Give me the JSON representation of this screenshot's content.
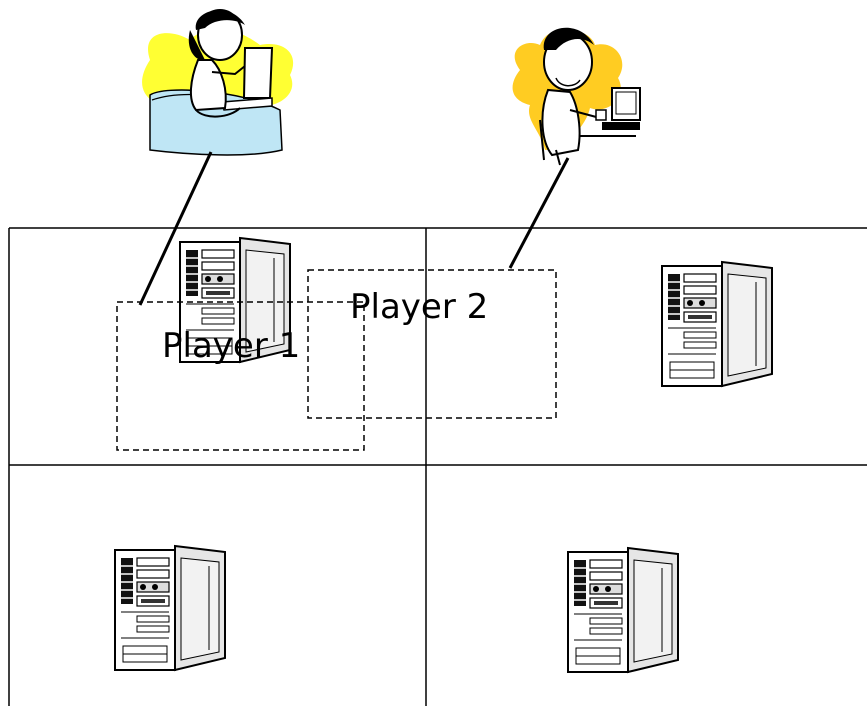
{
  "zones": [
    {
      "id": "zone-top-left"
    },
    {
      "id": "zone-top-right"
    },
    {
      "id": "zone-bottom-left"
    },
    {
      "id": "zone-bottom-right"
    }
  ],
  "servers": [
    {
      "name": "server-top-left"
    },
    {
      "name": "server-top-right"
    },
    {
      "name": "server-bottom-left"
    },
    {
      "name": "server-bottom-right"
    }
  ],
  "players": [
    {
      "label": "Player 1",
      "user_icon": "woman-with-laptop-icon",
      "highlight": "#ffff33",
      "accent": "#bfe6f5"
    },
    {
      "label": "Player 2",
      "user_icon": "man-at-desktop-icon",
      "highlight": "#ffcc22",
      "accent": "#ffcc22"
    }
  ],
  "colors": {
    "line": "#000000",
    "server_body": "#ffffff",
    "server_shade": "#e6e6e6"
  }
}
